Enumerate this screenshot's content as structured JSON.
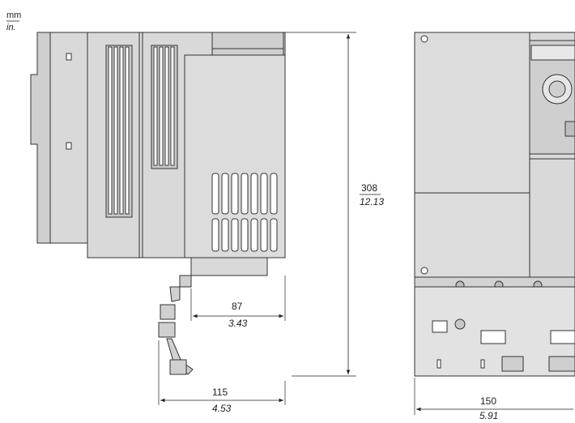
{
  "units": {
    "primary": "mm",
    "secondary": "in."
  },
  "dimensions": {
    "height": {
      "mm": "308",
      "in": "12.13"
    },
    "depth_front": {
      "mm": "87",
      "in": "3.43"
    },
    "depth_total": {
      "mm": "115",
      "in": "4.53"
    },
    "width": {
      "mm": "150",
      "in": "5.91"
    }
  },
  "colors": {
    "body": "#d6d6d6",
    "body_dark": "#bdbdbd",
    "line": "#333333",
    "dim_line": "#222222",
    "background": "#ffffff"
  }
}
